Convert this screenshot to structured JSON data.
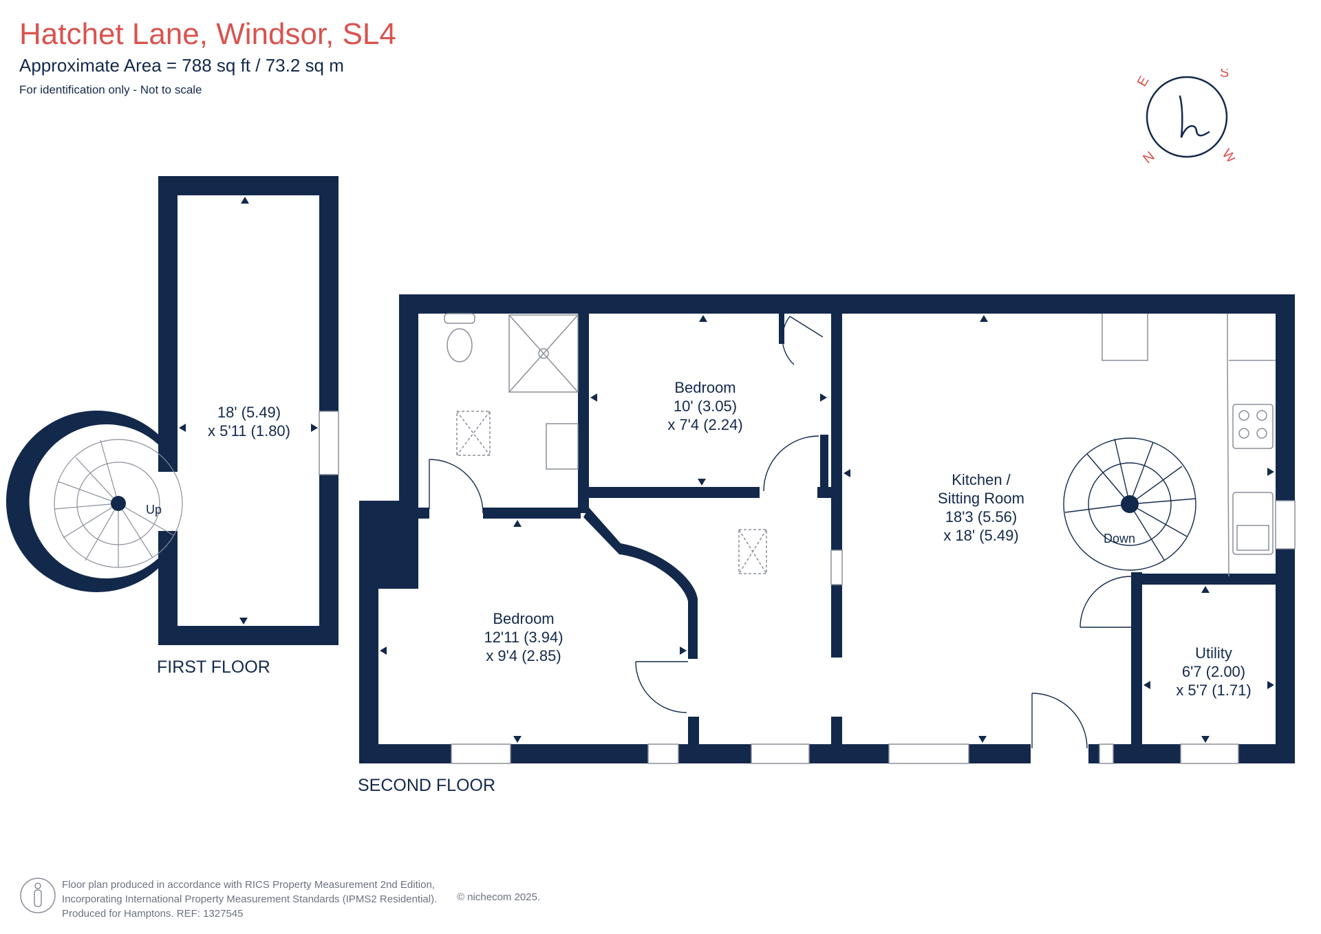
{
  "header": {
    "title": "Hatchet Lane, Windsor, SL4",
    "area": "Approximate Area = 788 sq ft / 73.2 sq m",
    "note": "For identification only - Not to scale"
  },
  "floors": {
    "first": "FIRST FLOOR",
    "second": "SECOND FLOOR"
  },
  "rooms": {
    "first_floor_room": {
      "dim1": "18' (5.49)",
      "dim2": "x 5'11 (1.80)"
    },
    "bedroom_upper": {
      "name": "Bedroom",
      "dim1": "10' (3.05)",
      "dim2": "x 7'4 (2.24)"
    },
    "bedroom_lower": {
      "name": "Bedroom",
      "dim1": "12'11 (3.94)",
      "dim2": "x 9'4 (2.85)"
    },
    "kitchen": {
      "name1": "Kitchen /",
      "name2": "Sitting Room",
      "dim1": "18'3 (5.56)",
      "dim2": "x 18' (5.49)"
    },
    "utility": {
      "name": "Utility",
      "dim1": "6'7 (2.00)",
      "dim2": "x 5'7 (1.71)"
    }
  },
  "stairs": {
    "up": "Up",
    "down": "Down"
  },
  "compass": {
    "n": "N",
    "s": "S",
    "e": "E",
    "w": "W",
    "logo": "h"
  },
  "footer": {
    "line1": "Floor plan produced in accordance with RICS Property Measurement 2nd Edition,",
    "line2": "Incorporating International Property Measurement Standards (IPMS2 Residential).",
    "line3": "Produced for Hamptons.   REF:  1327545",
    "copyright": "© nichecom 2025."
  },
  "colors": {
    "wall": "#13294b",
    "accent": "#d9534f",
    "fixture": "#8a8f99",
    "footer_text": "#6b7280"
  }
}
